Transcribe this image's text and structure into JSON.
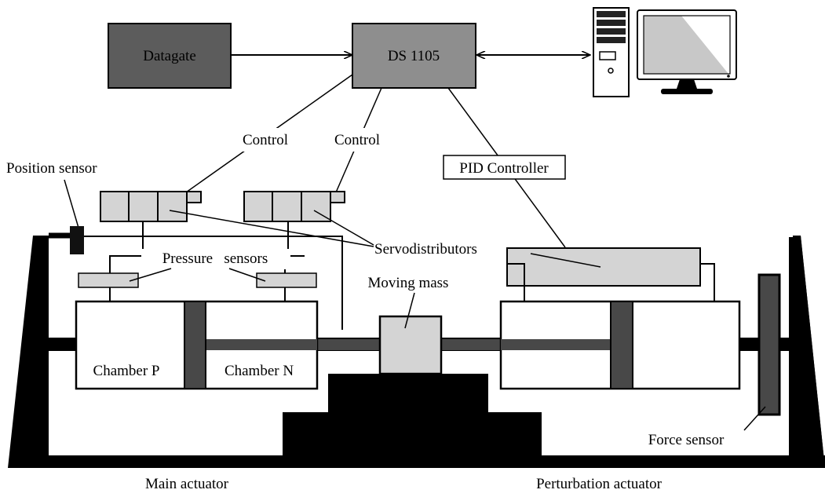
{
  "boxes": {
    "datagate": "Datagate",
    "ds": "DS 1105",
    "pid": "PID Controller"
  },
  "labels": {
    "control_left": "Control",
    "control_right": "Control",
    "position_sensor": "Position sensor",
    "servodistributors": "Servodistributors",
    "pressure_sensors": "Pressure   sensors",
    "moving_mass": "Moving mass",
    "chamber_p": "Chamber P",
    "chamber_n": "Chamber N",
    "force_sensor": "Force sensor",
    "main_actuator": "Main actuator",
    "perturbation_actuator": "Perturbation actuator"
  },
  "icons": {
    "computer": "desktop-computer-icon"
  },
  "colors": {
    "dark_box": "#5c5c5c",
    "mid_box": "#8e8e8e",
    "light_fill": "#d4d4d4",
    "piston": "#484848",
    "ground": "#000000"
  }
}
